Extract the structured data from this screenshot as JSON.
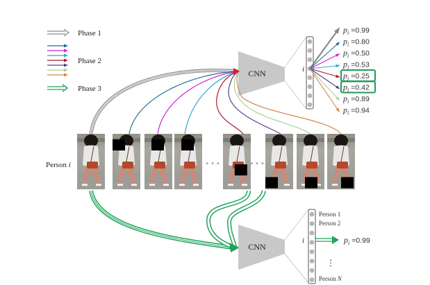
{
  "legend": {
    "phase1": {
      "label": "Phase 1",
      "color": "#8a8a8a"
    },
    "phase2": {
      "label": "Phase 2",
      "colors": [
        "#1f6f8f",
        "#d21fd6",
        "#2aa8c9",
        "#b0162a",
        "#55408f",
        "#a9cf9a",
        "#d9844a"
      ]
    },
    "phase3": {
      "label": "Phase 3",
      "color": "#1fa45a"
    }
  },
  "top_network": {
    "label": "CNN",
    "neuron_label": "i",
    "outputs": [
      {
        "symbol": "p",
        "sub": "i",
        "value": "=0.99",
        "color": "#8a8a8a",
        "highlighted": false
      },
      {
        "symbol": "p",
        "sub": "i",
        "value": "=0.80",
        "color": "#1f6f8f",
        "highlighted": false
      },
      {
        "symbol": "p",
        "sub": "i",
        "value": "=0.50",
        "color": "#d21fd6",
        "highlighted": false
      },
      {
        "symbol": "p",
        "sub": "i",
        "value": "=0.53",
        "color": "#2aa8c9",
        "highlighted": false
      },
      {
        "symbol": "p",
        "sub": "i",
        "value": "=0.25",
        "color": "#b0162a",
        "highlighted": true
      },
      {
        "symbol": "p",
        "sub": "i",
        "value": "=0.42",
        "color": "#55408f",
        "highlighted": true
      },
      {
        "symbol": "p",
        "sub": "i",
        "value": "=0.89",
        "color": "#a9cf9a",
        "highlighted": false
      },
      {
        "symbol": "p",
        "sub": "i",
        "value": "=0.94",
        "color": "#d9844a",
        "highlighted": false
      }
    ]
  },
  "person_strip": {
    "label": "Person i",
    "label_main": "Person",
    "label_var": "i",
    "ellipsis": "• • •",
    "images": [
      {
        "occlusion": "none",
        "phase": "phase1"
      },
      {
        "occlusion": "top-left",
        "phase": "phase2"
      },
      {
        "occlusion": "top-center",
        "phase": "phase2"
      },
      {
        "occlusion": "top-center",
        "phase": "phase2"
      },
      {
        "occlusion": "middle-right",
        "phase": "phase2"
      },
      {
        "occlusion": "bottom-left",
        "phase": "phase2"
      },
      {
        "occlusion": "bottom-center",
        "phase": "phase2"
      },
      {
        "occlusion": "bottom-right",
        "phase": "phase2"
      }
    ]
  },
  "bottom_network": {
    "label": "CNN",
    "neuron_label": "i",
    "classes": [
      "Person 1",
      "Person 2",
      "⋮",
      "Person N"
    ],
    "class_last_main": "Person",
    "class_last_var": "N",
    "output": {
      "symbol": "p",
      "sub": "i",
      "value": "=0.99"
    }
  },
  "colors": {
    "cnn_fill": "#c8c8c8",
    "neuron": "#b5b5b5",
    "highlight_box": "#1f9a5a",
    "occlusion": "#000000"
  }
}
